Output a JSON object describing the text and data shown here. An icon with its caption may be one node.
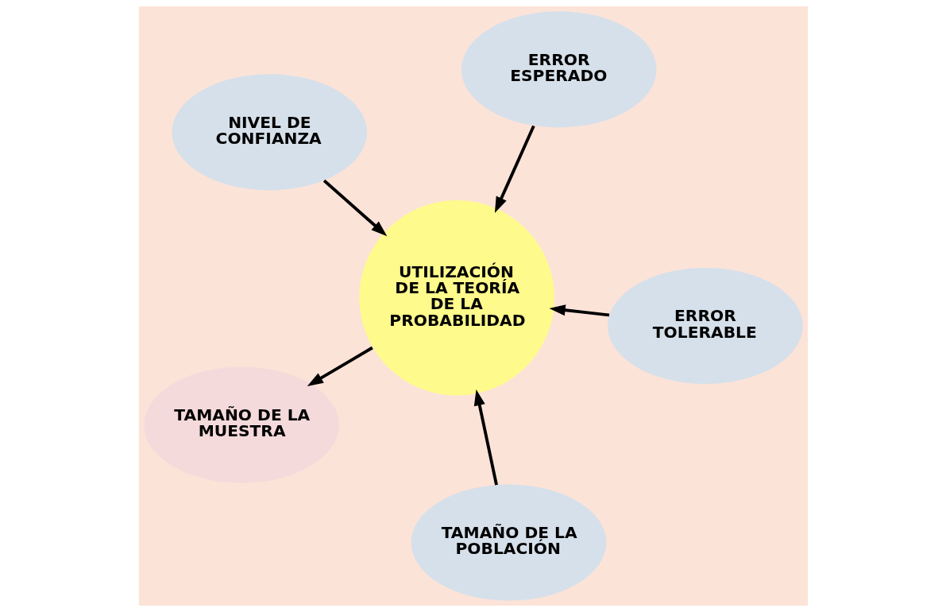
{
  "diagram": {
    "nodes": [
      {
        "text": [
          "NIVEL DE CONFIANZA"
        ]
      },
      {
        "text": [
          "ERROR TOLERABLE"
        ]
      },
      {
        "text": [
          "TAMAÑO DE LA POBLACIÓN"
        ]
      },
      {
        "text": [
          "UTILIZACIÓN DE LA TEORÍA DE LA PROBABILIDAD"
        ]
      },
      {
        "text": [
          "ERROR ESPERADO"
        ]
      },
      {
        "text": [
          "TAMAÑO DE LA MUESTRA"
        ]
      }
    ],
    "edges": [
      {
        "from": 0,
        "to": 3,
        "arrow": "to"
      },
      {
        "from": 1,
        "to": 3,
        "arrow": "to"
      },
      {
        "from": 2,
        "to": 3,
        "arrow": "to"
      },
      {
        "from": 4,
        "to": 3,
        "arrow": "to"
      },
      {
        "from": 3,
        "to": 5,
        "arrow": "to"
      }
    ]
  }
}
